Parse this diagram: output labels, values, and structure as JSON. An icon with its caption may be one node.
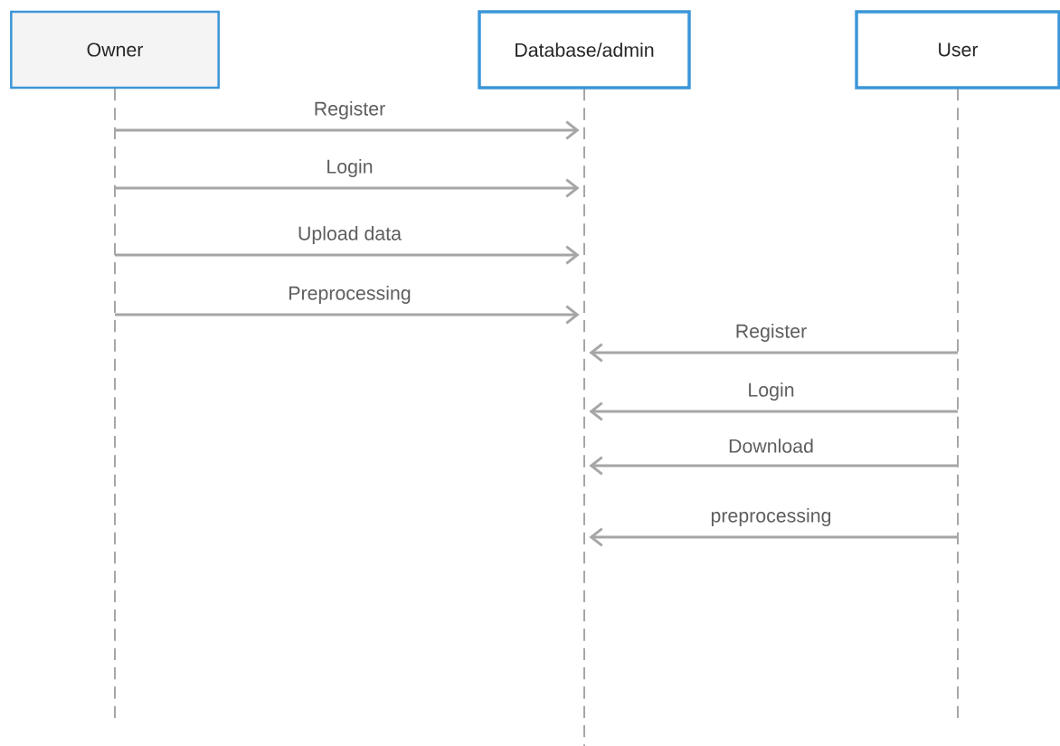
{
  "diagram": {
    "nodes": [
      {
        "text": [
          "Owner"
        ]
      },
      {
        "text": [
          "Database/admin"
        ]
      },
      {
        "text": [
          "User"
        ]
      }
    ],
    "edges": [
      {
        "from": 0,
        "to": 1,
        "arrow": "to",
        "label": "Register"
      },
      {
        "from": 0,
        "to": 1,
        "arrow": "to",
        "label": "Login"
      },
      {
        "from": 0,
        "to": 1,
        "arrow": "to",
        "label": "Upload data"
      },
      {
        "from": 0,
        "to": 1,
        "arrow": "to",
        "label": "Preprocessing"
      },
      {
        "from": 2,
        "to": 1,
        "arrow": "to",
        "label": "Register"
      },
      {
        "from": 2,
        "to": 1,
        "arrow": "to",
        "label": "Login"
      },
      {
        "from": 2,
        "to": 1,
        "arrow": "to",
        "label": "Download"
      },
      {
        "from": 2,
        "to": 1,
        "arrow": "to",
        "label": "preprocessing"
      }
    ]
  }
}
